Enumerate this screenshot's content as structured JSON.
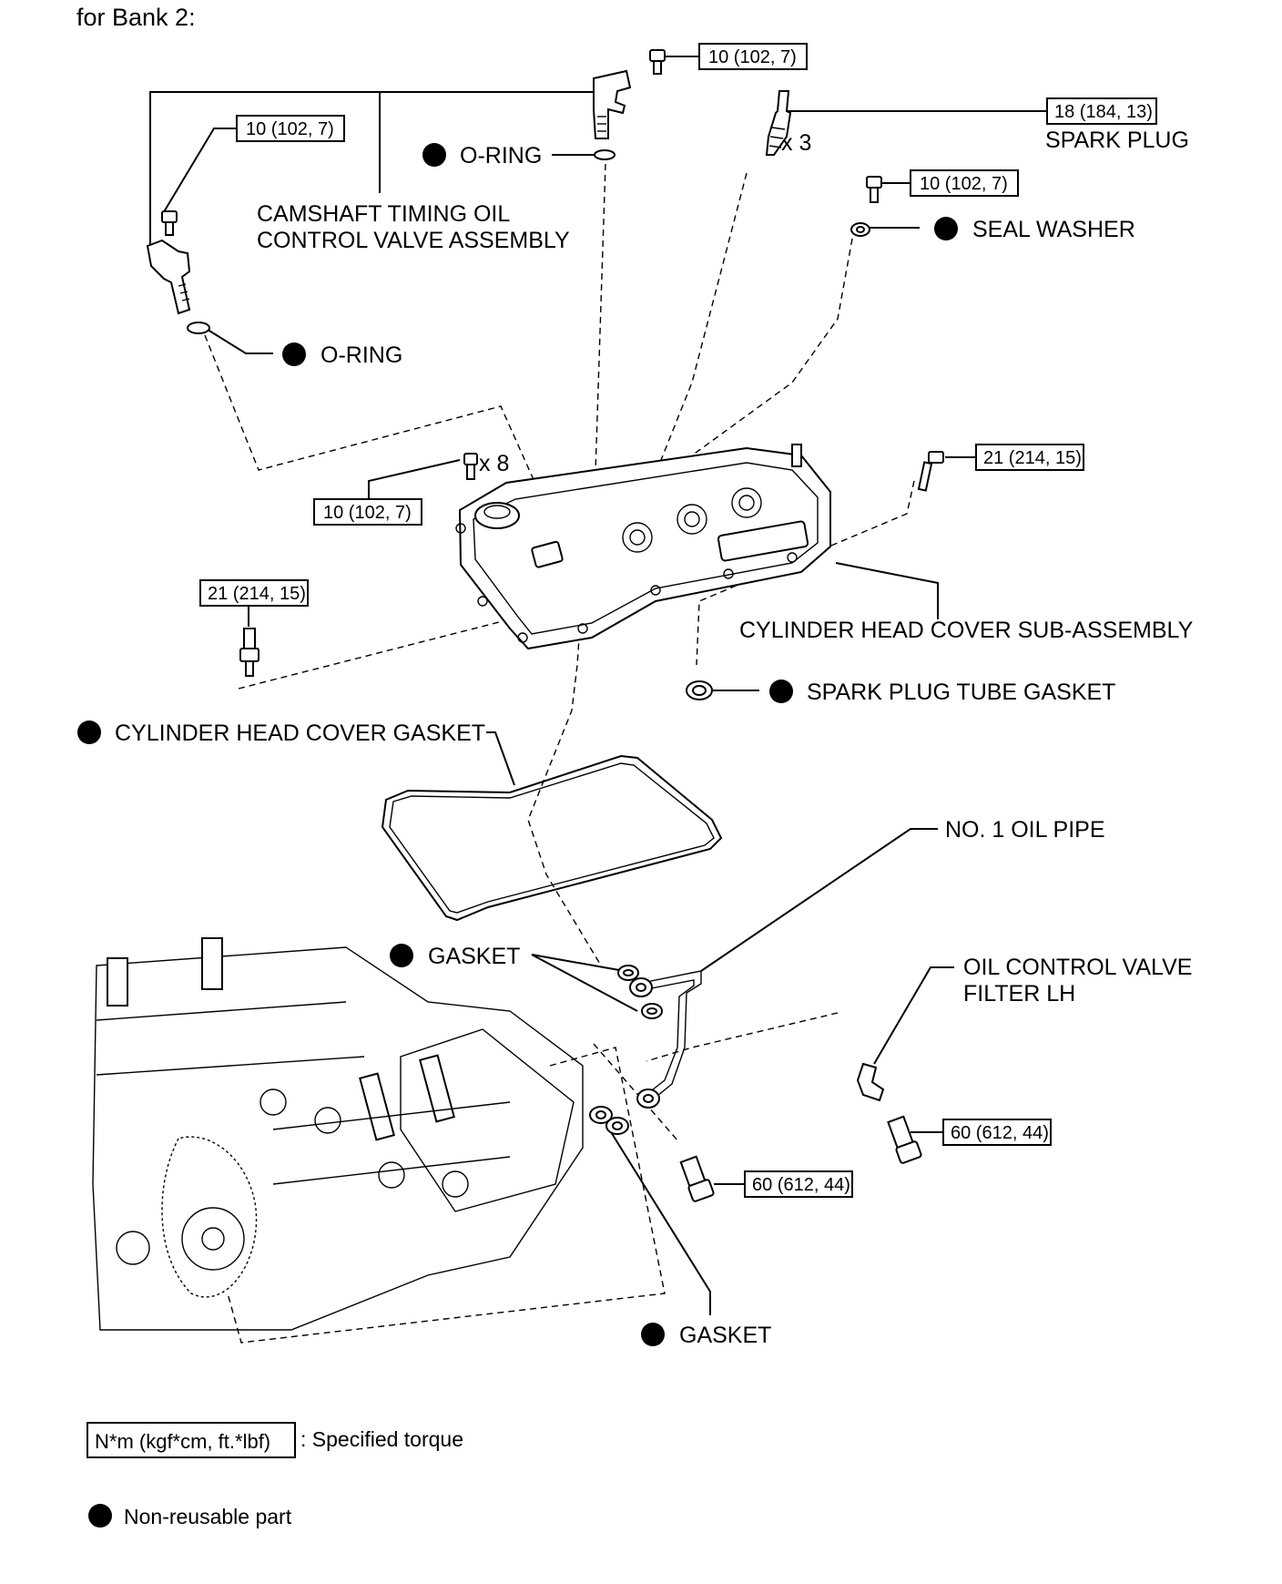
{
  "header": {
    "title": "for Bank 2:"
  },
  "torques": {
    "ocv_bolt_top": "10 (102, 7)",
    "ocv_bolt_left": "10 (102, 7)",
    "spark_plug": "18 (184, 13)",
    "seal_washer_bolt": "10 (102, 7)",
    "cover_bolts": "10 (102, 7)",
    "stud_right": "21 (214, 15)",
    "stud_left": "21 (214, 15)",
    "union_bolt_right": "60 (612, 44)",
    "union_bolt_center": "60 (612, 44)"
  },
  "labels": {
    "o_ring_top": "O-RING",
    "o_ring_left": "O-RING",
    "spark_plug": "SPARK PLUG",
    "spark_plug_qty": "x 3",
    "cover_bolt_qty": "x 8",
    "seal_washer": "SEAL WASHER",
    "camshaft_ocv_line1": "CAMSHAFT TIMING OIL",
    "camshaft_ocv_line2": "CONTROL VALVE ASSEMBLY",
    "cylinder_head_cover": "CYLINDER HEAD COVER SUB-ASSEMBLY",
    "spark_plug_tube_gasket": "SPARK PLUG TUBE GASKET",
    "cylinder_head_cover_gasket": "CYLINDER HEAD COVER GASKET",
    "no1_oil_pipe": "NO. 1 OIL PIPE",
    "ocv_filter_line1": "OIL CONTROL VALVE",
    "ocv_filter_line2": "FILTER LH",
    "gasket_mid": "GASKET",
    "gasket_bottom": "GASKET"
  },
  "legend": {
    "torque_box": "N*m (kgf*cm, ft.*lbf)",
    "torque_desc": ": Specified torque",
    "nonreusable_desc": "Non-reusable part"
  }
}
